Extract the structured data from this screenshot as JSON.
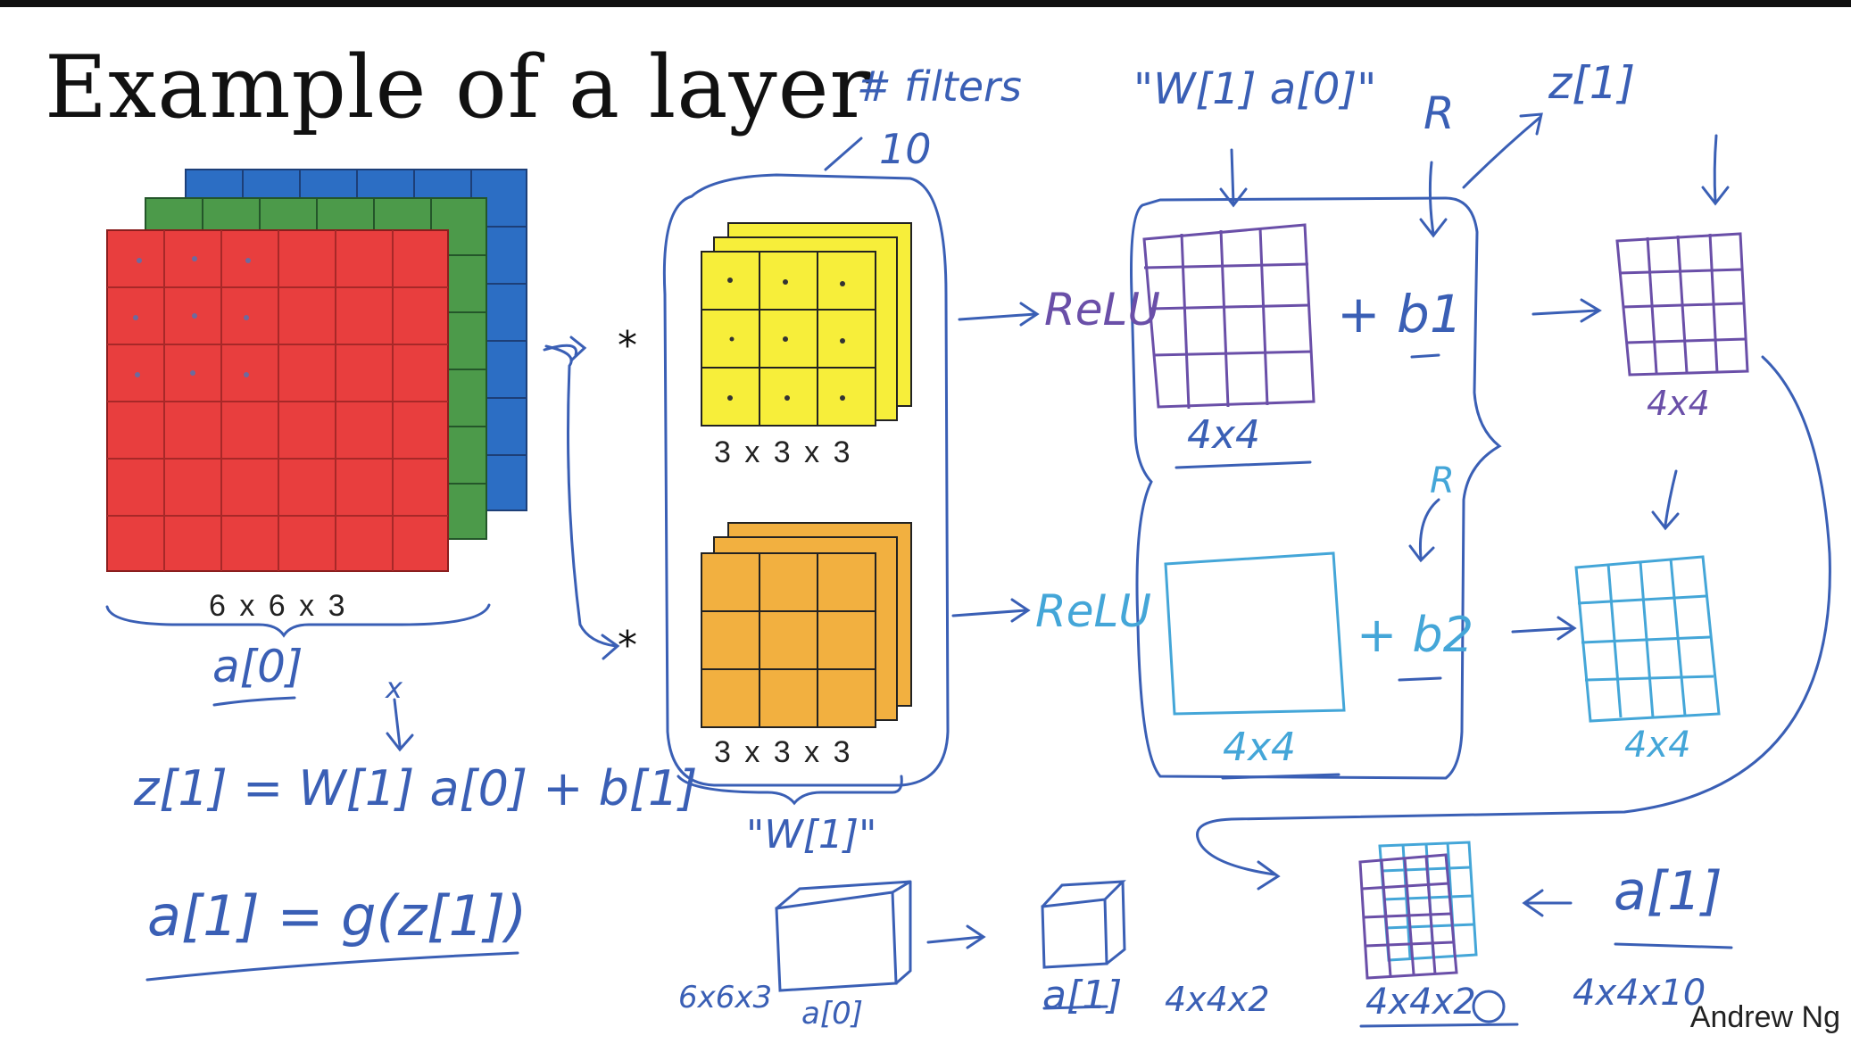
{
  "title": "Example of a layer",
  "author": "Andrew Ng",
  "volume_label": "6 x 6 x 3",
  "filter1_label": "3 x 3 x 3",
  "filter2_label": "3 x 3 x 3",
  "annotations": {
    "a0": "a[0]",
    "x": "x",
    "z_eq": "z[1] = W[1] a[0] + b[1]",
    "a_eq": "a[1] = g(z[1])",
    "filters": "# filters",
    "ten": "10",
    "wa": "\"W[1] a[0]\"",
    "r_top": "R",
    "z1": "z[1]",
    "relu1": "ReLU",
    "relu2": "ReLU",
    "b1": "+ b1",
    "b2": "+ b2",
    "r_mid": "R",
    "grid1_size": "4x4",
    "grid2_size": "4x4",
    "out1_size": "4x4",
    "out2_size": "4x4",
    "w1_quote": "\"W[1]\"",
    "dim_663": "6x6x3",
    "a0_small": "a[0]",
    "a1_small": "a[1]",
    "dim_442": "4x4x2",
    "dim_44_2": "4x4x2",
    "a1_right": "a[1]",
    "dim_4410": "4x4x10",
    "star1": "*",
    "star2": "*"
  },
  "colors": {
    "red": "#e83e3e",
    "green": "#4c9a4a",
    "blue": "#2c6ec4",
    "yellow": "#f7ee3a",
    "orange": "#f2b040",
    "ink_blue": "#3a5fb5",
    "ink_purple": "#6a4fa8",
    "ink_light": "#44a6d8"
  }
}
